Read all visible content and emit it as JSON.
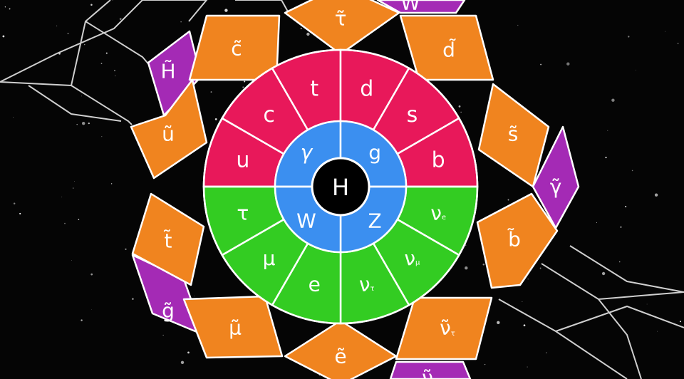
{
  "colors": {
    "background": "#050505",
    "quark": "#e8185a",
    "lepton": "#33cc22",
    "boson": "#3b8ff0",
    "higgs": "#000000",
    "squark_slepton": "#f0841f",
    "gaugino_higgsino": "#a42ab5",
    "line": "#ffffff"
  },
  "center": {
    "label": "H"
  },
  "bosons": [
    {
      "label": "γ",
      "italic": true
    },
    {
      "label": "g"
    },
    {
      "label": "Z"
    },
    {
      "label": "W"
    }
  ],
  "quarks": [
    {
      "label": "u"
    },
    {
      "label": "c"
    },
    {
      "label": "t"
    },
    {
      "label": "d"
    },
    {
      "label": "s"
    },
    {
      "label": "b"
    }
  ],
  "leptons": [
    {
      "label": "ν",
      "sub": "e"
    },
    {
      "label": "ν",
      "sub": "μ"
    },
    {
      "label": "ν",
      "sub": "τ"
    },
    {
      "label": "e"
    },
    {
      "label": "μ"
    },
    {
      "label": "τ"
    }
  ],
  "superpartners": [
    {
      "id": "stop",
      "label": "t̃"
    },
    {
      "id": "gluino",
      "label": "g̃"
    },
    {
      "id": "smuon",
      "label": "μ̃"
    },
    {
      "id": "selectron",
      "label": "ẽ"
    },
    {
      "id": "bottom-right-purple",
      "label": "ν̃"
    },
    {
      "id": "snu-tau",
      "label": "ν̃",
      "sub": "τ"
    },
    {
      "id": "sbottom",
      "label": "b̃"
    },
    {
      "id": "photino",
      "label": "γ̃"
    },
    {
      "id": "sstrange",
      "label": "s̃"
    },
    {
      "id": "sdown",
      "label": "d̃"
    },
    {
      "id": "wino",
      "label": "W̃"
    },
    {
      "id": "stau",
      "label": "τ̃"
    },
    {
      "id": "scharm",
      "label": "c̃"
    },
    {
      "id": "higgsino",
      "label": "H̃"
    },
    {
      "id": "sup",
      "label": "ũ"
    }
  ]
}
